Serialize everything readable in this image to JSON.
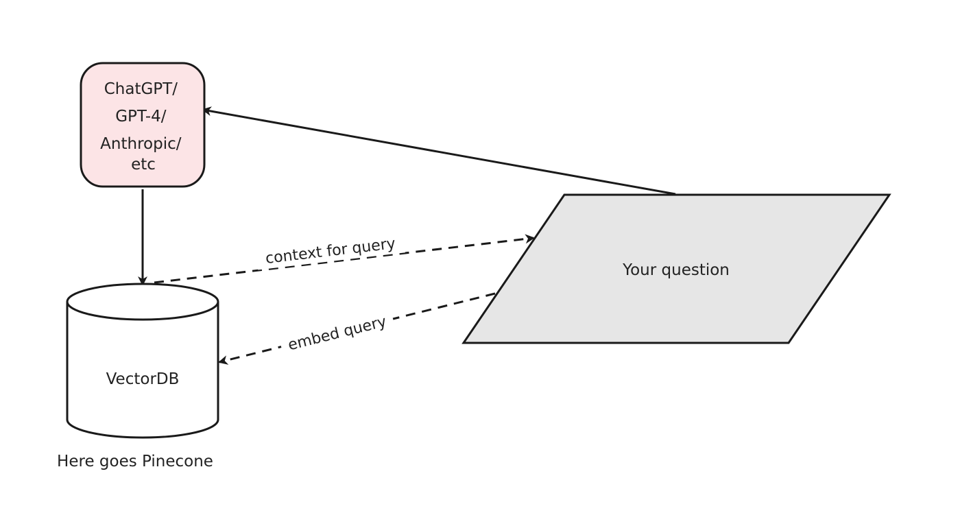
{
  "nodes": {
    "llm": {
      "lines": [
        "ChatGPT/",
        "GPT-4/",
        "Anthropic/",
        "etc"
      ],
      "fill": "#fce4e6",
      "stroke": "#1a1a1a"
    },
    "vectordb": {
      "label": "VectorDB",
      "caption": "Here goes Pinecone",
      "fill": "#ffffff",
      "stroke": "#1a1a1a"
    },
    "question": {
      "label": "Your question",
      "fill": "#e6e6e6",
      "stroke": "#1a1a1a"
    }
  },
  "edges": {
    "context": {
      "label": "context for query"
    },
    "embed": {
      "label": "embed query"
    }
  },
  "colors": {
    "line": "#1a1a1a",
    "background": "#ffffff"
  }
}
